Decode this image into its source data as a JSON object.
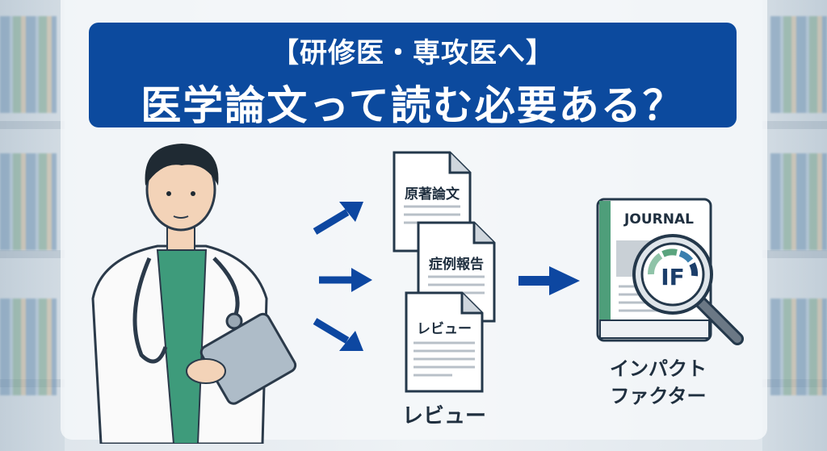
{
  "title": {
    "line1": "【研修医・専攻医へ】",
    "line2": "医学論文って読む必要ある？"
  },
  "documents": [
    {
      "label": "原著論文"
    },
    {
      "label": "症例報告"
    },
    {
      "label": "レビュー"
    }
  ],
  "documents_caption": "レビュー",
  "journal": {
    "cover_text": "JOURNAL",
    "badge": "IF"
  },
  "impact_factor_caption": {
    "line1": "インパクト",
    "line2": "ファクター"
  },
  "colors": {
    "banner": "#0c4a9e",
    "arrow": "#0d47a1",
    "spine": "#4e9e7a"
  }
}
